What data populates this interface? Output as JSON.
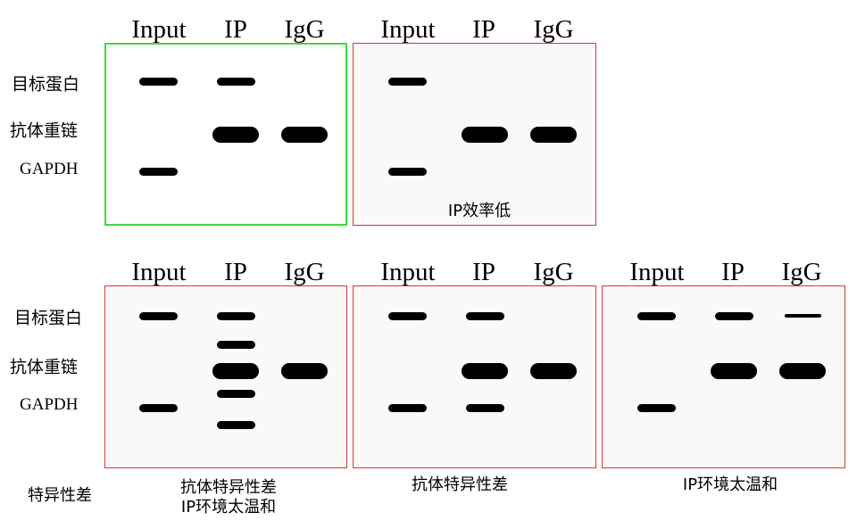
{
  "column_headers": [
    "Input",
    "IP",
    "IgG"
  ],
  "row_labels": [
    "目标蛋白",
    "抗体重链",
    "GAPDH"
  ],
  "panels": [
    {
      "status": "good",
      "caption": []
    },
    {
      "status": "bad",
      "caption": [
        "IP效率低"
      ]
    },
    {
      "status": "bad",
      "caption": [
        "抗体特异性差",
        "IP环境太温和"
      ]
    },
    {
      "status": "bad",
      "caption": [
        "抗体特异性差"
      ]
    },
    {
      "status": "bad",
      "caption": [
        "IP环境太温和"
      ]
    }
  ],
  "row_caption": "特异性差",
  "colors": {
    "good_border": "#3cdc3c",
    "bad_border": "#d33a3a",
    "band": "#000000"
  }
}
